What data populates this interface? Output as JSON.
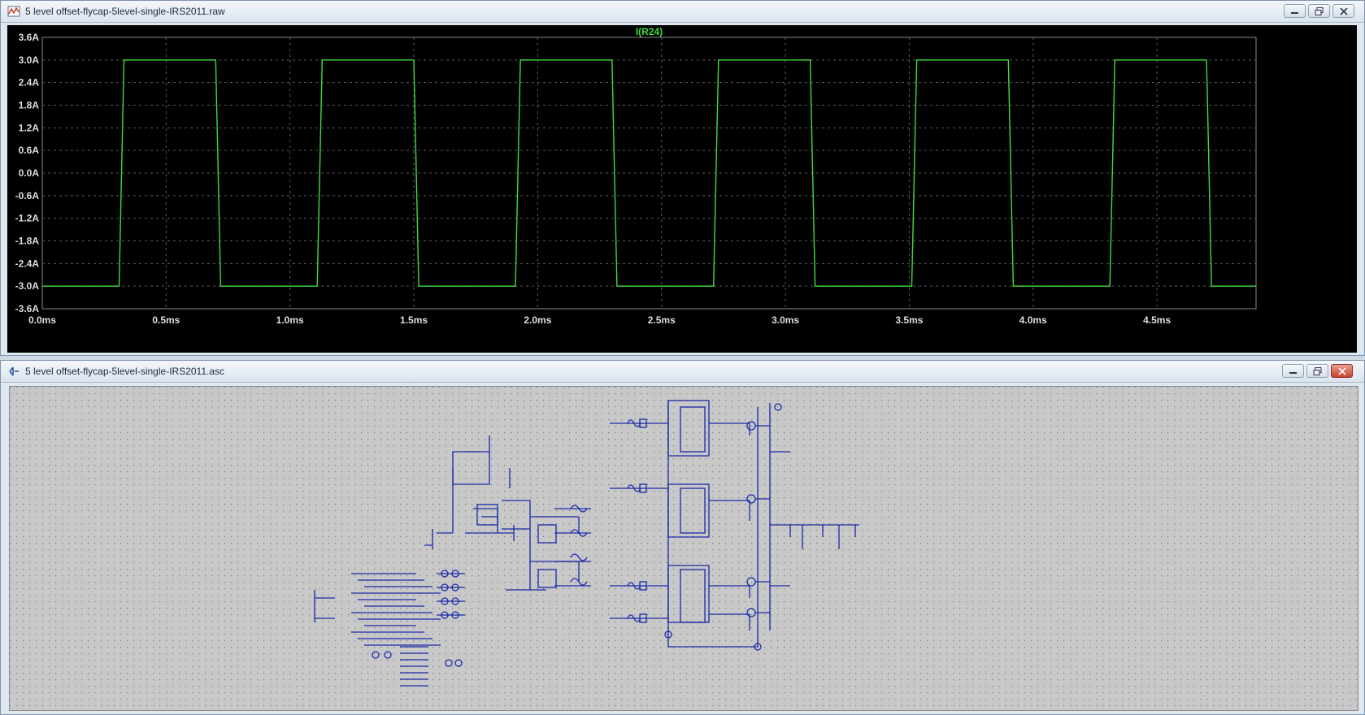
{
  "waveform_window": {
    "title": "5 level offset-flycap-5level-single-IRS2011.raw",
    "trace_name": "I(R24)",
    "trace_color": "#3fdc3f",
    "y_ticks": [
      "3.6A",
      "3.0A",
      "2.4A",
      "1.8A",
      "1.2A",
      "0.6A",
      "0.0A",
      "-0.6A",
      "-1.2A",
      "-1.8A",
      "-2.4A",
      "-3.0A",
      "-3.6A"
    ],
    "x_ticks": [
      "0.0ms",
      "0.5ms",
      "1.0ms",
      "1.5ms",
      "2.0ms",
      "2.5ms",
      "3.0ms",
      "3.5ms",
      "4.0ms",
      "4.5ms"
    ]
  },
  "schematic_window": {
    "title": "5 level offset-flycap-5level-single-IRS2011.asc"
  },
  "chart_data": {
    "type": "line",
    "title": "I(R24)",
    "xlabel": "",
    "ylabel": "",
    "xlim": [
      0,
      4.9
    ],
    "ylim": [
      -3.6,
      3.6
    ],
    "grid": true,
    "series": [
      {
        "name": "I(R24)",
        "x": [
          0,
          0.31,
          0.33,
          0.7,
          0.72,
          1.11,
          1.13,
          1.5,
          1.52,
          1.91,
          1.93,
          2.3,
          2.32,
          2.71,
          2.73,
          3.1,
          3.12,
          3.51,
          3.53,
          3.9,
          3.92,
          4.31,
          4.33,
          4.7,
          4.72,
          4.9
        ],
        "y": [
          -3.0,
          -3.0,
          3.0,
          3.0,
          -3.0,
          -3.0,
          3.0,
          3.0,
          -3.0,
          -3.0,
          3.0,
          3.0,
          -3.0,
          -3.0,
          3.0,
          3.0,
          -3.0,
          -3.0,
          3.0,
          3.0,
          -3.0,
          -3.0,
          3.0,
          3.0,
          -3.0,
          -3.0
        ]
      }
    ]
  }
}
